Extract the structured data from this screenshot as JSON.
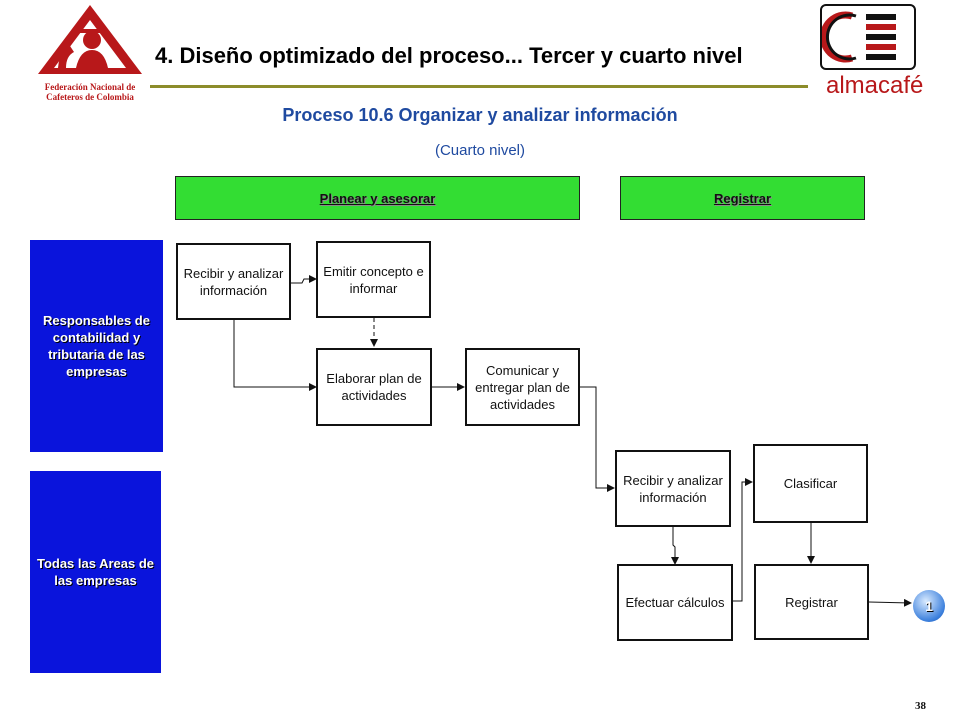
{
  "header": {
    "title": "4. Diseño optimizado del proceso... Tercer y cuarto nivel",
    "subtitle": "Proceso 10.6 Organizar y analizar información",
    "level": "(Cuarto nivel)"
  },
  "logos": {
    "left_line1": "Federación Nacional de",
    "left_line2": "Cafeteros de Colombia",
    "right_brand": "almacafé"
  },
  "phases": {
    "plan": "Planear y asesorar",
    "register": "Registrar"
  },
  "roles": {
    "role1": "Responsables de contabilidad y tributaria de las empresas",
    "role2": "Todas las Areas de las empresas"
  },
  "tasks": {
    "t1": "Recibir y analizar información",
    "t2": "Emitir concepto e informar",
    "t3": "Elaborar plan de actividades",
    "t4": "Comunicar y entregar plan de actividades",
    "t5": "Recibir y analizar información",
    "t6": "Clasificar",
    "t7": "Efectuar cálculos",
    "t8": "Registrar"
  },
  "connector": "1",
  "page_number": "38",
  "colors": {
    "phase_green": "#33dd33",
    "role_blue": "#0a14dc",
    "title_blue": "#1f4aa0",
    "logo_red": "#b8181a",
    "rule_olive": "#8c8c2a"
  }
}
